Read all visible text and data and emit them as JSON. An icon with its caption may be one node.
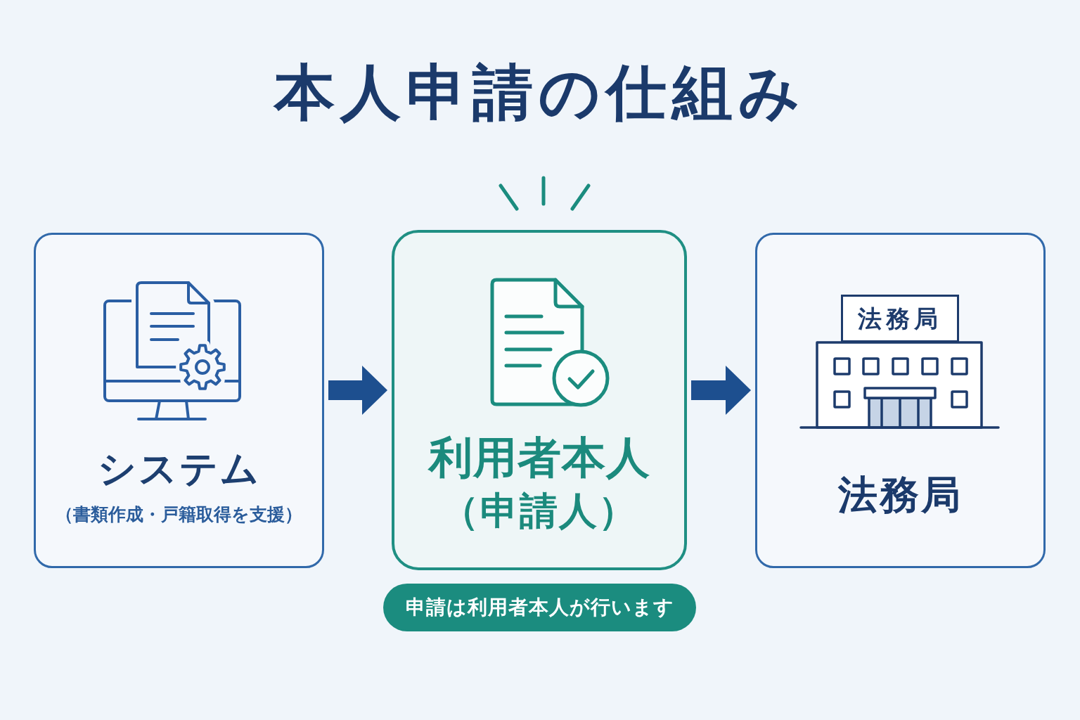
{
  "diagram": {
    "title": "本人申請の仕組み",
    "nodes": [
      {
        "text": [
          "システム",
          "（書類作成・戸籍取得を支援）"
        ]
      },
      {
        "text": [
          "利用者本人",
          "（申請人）"
        ]
      },
      {
        "text": [
          "法務局"
        ]
      },
      {
        "text": [
          "法務局"
        ],
        "in": 2
      },
      {
        "text": [
          "申請は利用者本人が行います"
        ]
      }
    ],
    "edges": [
      {
        "from": 0,
        "to": 1,
        "arrow": "to"
      },
      {
        "from": 1,
        "to": 2,
        "arrow": "to"
      }
    ]
  }
}
